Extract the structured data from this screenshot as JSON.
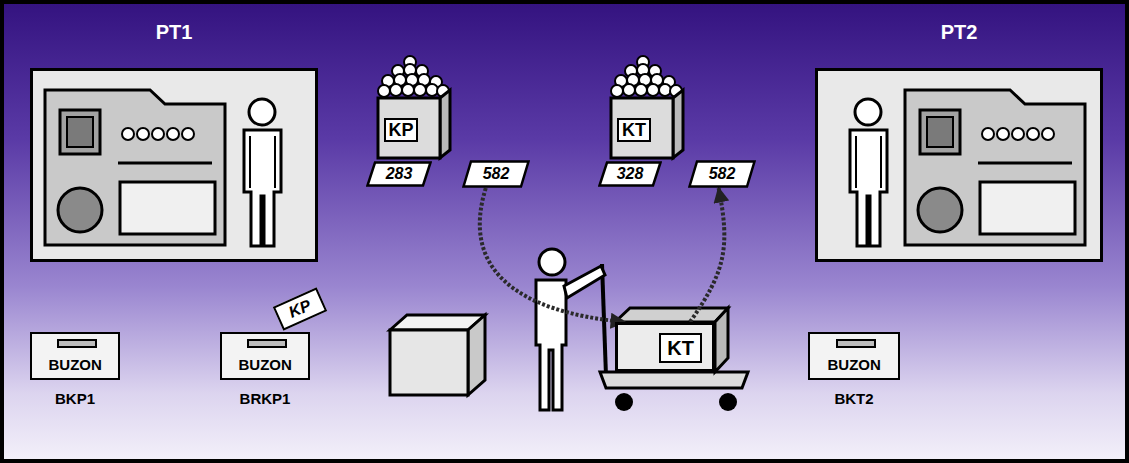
{
  "diagram": {
    "nodes": [
      {
        "text": [
          "PT1"
        ]
      },
      {
        "text": [
          "KP"
        ]
      },
      {
        "text": [
          "283"
        ]
      },
      {
        "text": [
          "582"
        ]
      },
      {
        "text": [
          "KT"
        ]
      },
      {
        "text": [
          "328"
        ]
      },
      {
        "text": [
          "582"
        ]
      },
      {
        "text": [
          "PT2"
        ]
      },
      {
        "text": [
          "BUZON",
          "BKP1"
        ]
      },
      {
        "text": [
          "KP"
        ]
      },
      {
        "text": [
          "BUZON",
          "BRKP1"
        ]
      },
      {
        "text": [
          "KT"
        ]
      },
      {
        "text": [
          "BUZON",
          "BKT2"
        ]
      }
    ],
    "edges": [
      {
        "from": 3,
        "to": 11,
        "arrow": "to"
      },
      {
        "from": 11,
        "to": 6,
        "arrow": "to"
      }
    ]
  }
}
